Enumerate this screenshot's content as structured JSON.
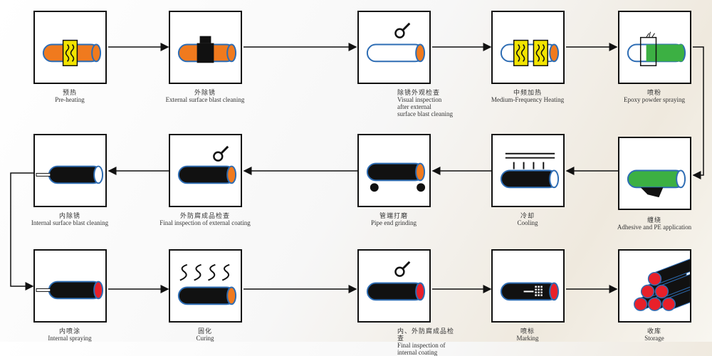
{
  "colors": {
    "pipe_outline": "#2e6db4",
    "orange": "#f07a1e",
    "green": "#3cb043",
    "red": "#e8202a",
    "heater": "#f2e400",
    "line": "#111111"
  },
  "steps": [
    {
      "zh": "预热",
      "en": "Pre-heating",
      "icon": "heater-pipe"
    },
    {
      "zh": "外除锈",
      "en": "External surface blast cleaning",
      "icon": "blast-pipe"
    },
    {
      "zh": "除锈外观检查",
      "en": "Visual inspection\nafter external\nsurface blast cleaning",
      "icon": "magnifier-pipe"
    },
    {
      "zh": "中频加热",
      "en": "Medium-Frequency Heating",
      "icon": "double-heater-pipe"
    },
    {
      "zh": "喷粉",
      "en": "Epoxy powder spraying",
      "icon": "powder-spray-pipe"
    },
    {
      "zh": "缠绕",
      "en": "Adhesive and PE application",
      "icon": "wrapping-pipe"
    },
    {
      "zh": "冷却",
      "en": "Cooling",
      "icon": "cooling-pipe"
    },
    {
      "zh": "管端打磨",
      "en": "Pipe end grinding",
      "icon": "grinding-pipe"
    },
    {
      "zh": "外防腐成品检查",
      "en": "Final inspection of external coating",
      "icon": "inspect-black-pipe"
    },
    {
      "zh": "内除锈",
      "en": "Internal surface blast cleaning",
      "icon": "internal-blast-pipe"
    },
    {
      "zh": "内喷涂",
      "en": "Internal  spraying",
      "icon": "internal-spray-pipe"
    },
    {
      "zh": "固化",
      "en": "Curing",
      "icon": "curing-pipe"
    },
    {
      "zh": "内、外防腐成品检查",
      "en": "Final inspection of\ninternal coating",
      "icon": "final-inspect-pipe"
    },
    {
      "zh": "喷标",
      "en": "Marking",
      "icon": "marking-pipe"
    },
    {
      "zh": "收库",
      "en": "Storage",
      "icon": "storage-pipes"
    }
  ]
}
